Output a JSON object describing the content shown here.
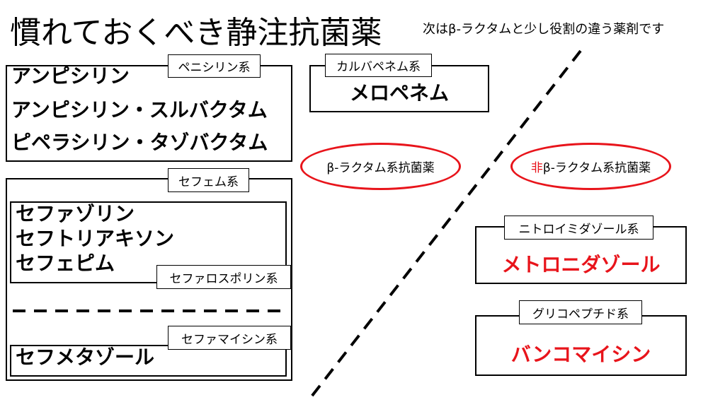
{
  "title": "慣れておくべき静注抗菌薬",
  "subtitle": "次はβ-ラクタムと少し役割の違う薬剤です",
  "penicillin": {
    "label": "ペニシリン系",
    "items": [
      "アンピシリン",
      "アンピシリン・スルバクタム",
      "ピペラシリン・タゾバクタム"
    ]
  },
  "carbapenem": {
    "label": "カルバペネム系",
    "items": [
      "メロペネム"
    ]
  },
  "beta_lactam": {
    "label": "β-ラクタム系抗菌薬"
  },
  "non_beta_lactam": {
    "prefix": "非",
    "label": "β-ラクタム系抗菌薬"
  },
  "cephem": {
    "label": "セフェム系",
    "cephalosporin": {
      "label": "セファロスポリン系",
      "items": [
        "セファゾリン",
        "セフトリアキソン",
        "セフェピム"
      ]
    },
    "cephamycin": {
      "label": "セファマイシン系",
      "items": [
        "セフメタゾール"
      ]
    }
  },
  "nitroimidazole": {
    "label": "ニトロイミダゾール系",
    "items": [
      "メトロニダゾール"
    ]
  },
  "glycopeptide": {
    "label": "グリコペプチド系",
    "items": [
      "バンコマイシン"
    ]
  },
  "colors": {
    "accent": "#e8141b"
  }
}
